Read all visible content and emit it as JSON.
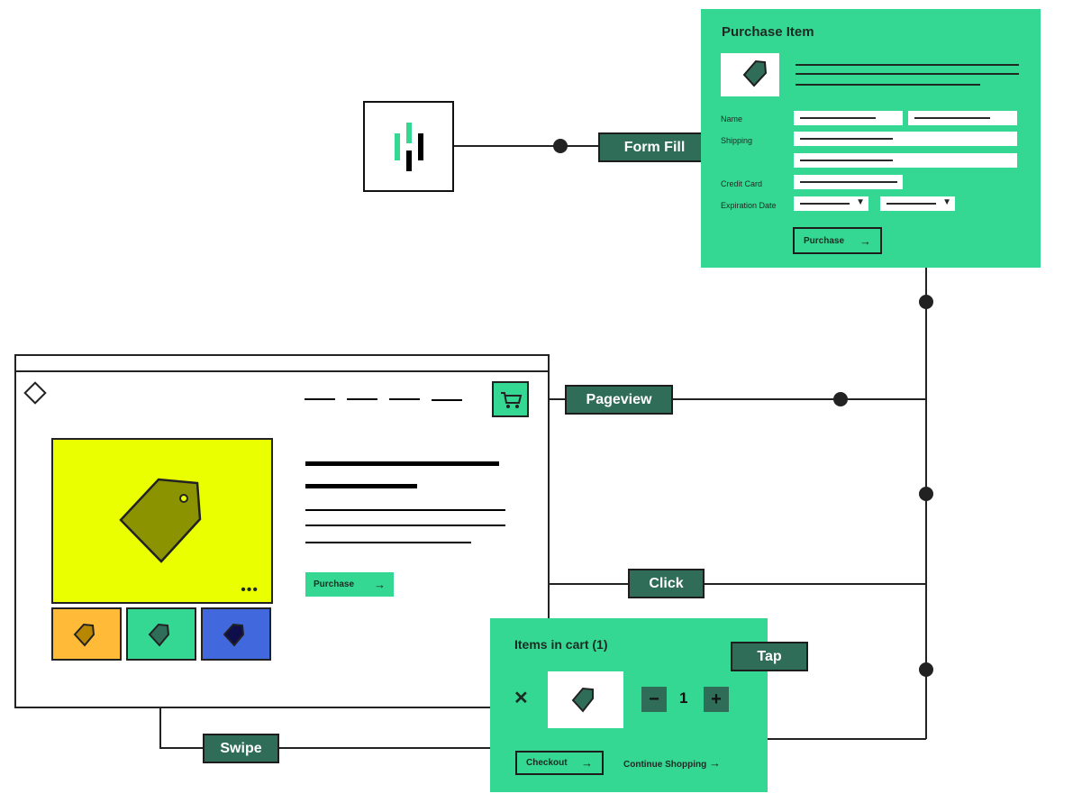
{
  "events": {
    "form_fill": "Form Fill",
    "pageview": "Pageview",
    "click": "Click",
    "tap": "Tap",
    "swipe": "Swipe"
  },
  "purchase_form": {
    "title": "Purchase Item",
    "fields": {
      "name": "Name",
      "shipping": "Shipping",
      "credit_card": "Credit Card",
      "expiration": "Expiration Date"
    },
    "button": "Purchase",
    "arrow": "→"
  },
  "product_page": {
    "purchase_button": "Purchase",
    "arrow": "→",
    "more": "•••",
    "icons": [
      "diamond-icon",
      "cart-icon",
      "tag-icon"
    ]
  },
  "cart": {
    "title": "Items in cart (1)",
    "remove": "✕",
    "minus": "−",
    "quantity": "1",
    "plus": "+",
    "checkout": "Checkout",
    "continue": "Continue Shopping",
    "arrow": "→"
  },
  "colors": {
    "green": "#34d893",
    "dark_green": "#2f6d58",
    "yellow": "#eaff00",
    "olive": "#8b9400",
    "orange": "#ffbb38",
    "blue": "#4169dd"
  }
}
